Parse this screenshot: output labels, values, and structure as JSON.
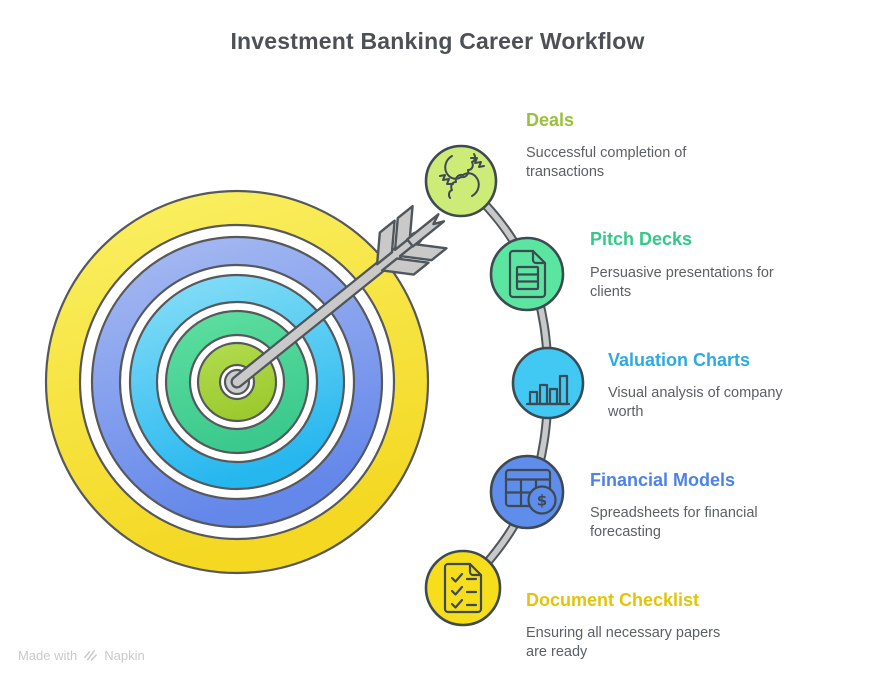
{
  "page": {
    "title": "Investment Banking Career Workflow",
    "background_color": "#ffffff",
    "title_color": "#4d5156"
  },
  "nodes": [
    {
      "id": "deals",
      "title": "Deals",
      "description": "Successful completion of transactions",
      "title_color": "#97c23c",
      "circle_color": "#cdeb77",
      "icon": "handshake-icon"
    },
    {
      "id": "pitch-decks",
      "title": "Pitch Decks",
      "description": "Persuasive presentations for clients",
      "title_color": "#34c98b",
      "circle_color": "#5be5a0",
      "icon": "document-icon"
    },
    {
      "id": "valuation-charts",
      "title": "Valuation Charts",
      "description": "Visual analysis of company worth",
      "title_color": "#2cabe3",
      "circle_color": "#41c9f4",
      "icon": "bar-chart-icon"
    },
    {
      "id": "financial-models",
      "title": "Financial Models",
      "description": "Spreadsheets for financial forecasting",
      "title_color": "#4c82ea",
      "circle_color": "#5e8deb",
      "icon": "spreadsheet-dollar-icon"
    },
    {
      "id": "document-checklist",
      "title": "Document Checklist",
      "description": "Ensuring all necessary papers are ready",
      "title_color": "#e2c50a",
      "circle_color": "#f7de1c",
      "icon": "checklist-icon"
    }
  ],
  "icons": {
    "dollar_glyph": "$"
  },
  "illustration": {
    "name": "bullseye-target-with-arrow",
    "outline_color": "#4f565c",
    "connector_color": "#c9c9c9",
    "ring_colors": {
      "yellow": [
        "#faf166",
        "#f4d822"
      ],
      "periwinkle": [
        "#aabdf2",
        "#6487ea"
      ],
      "cyan": [
        "#8be0f7",
        "#27b7ef"
      ],
      "green": [
        "#5fe0a1",
        "#3cc98d"
      ],
      "lime": [
        "#b2dc50",
        "#9ccb2f"
      ],
      "bullseye_gray": "#cdcdcd"
    }
  },
  "footer": {
    "made_with": "Made with",
    "brand": "Napkin"
  }
}
